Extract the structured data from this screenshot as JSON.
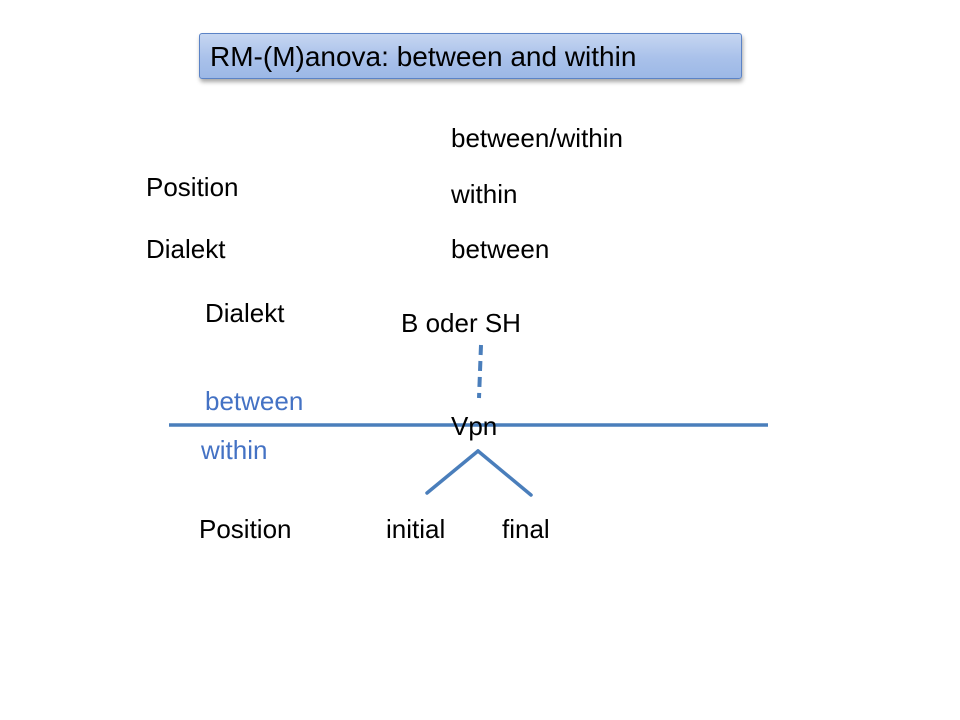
{
  "title": "RM-(M)anova: between and within",
  "factor_table": {
    "rows": [
      {
        "factor": "",
        "type": "between/within"
      },
      {
        "factor": "Position",
        "type": "within"
      },
      {
        "factor": "Dialekt",
        "type": "between"
      }
    ]
  },
  "design": {
    "between_factor": "Dialekt",
    "between_levels": "B oder SH",
    "subject_label": "Vpn",
    "between_label": "between",
    "within_label": "within",
    "within_factor": "Position",
    "within_levels": [
      "initial",
      "final"
    ]
  },
  "colors": {
    "accent_blue": "#4472c4",
    "divider_line": "#4a7ebb",
    "title_fill": "#a9c1ea",
    "title_border": "#5b83c6",
    "text": "#000000"
  }
}
